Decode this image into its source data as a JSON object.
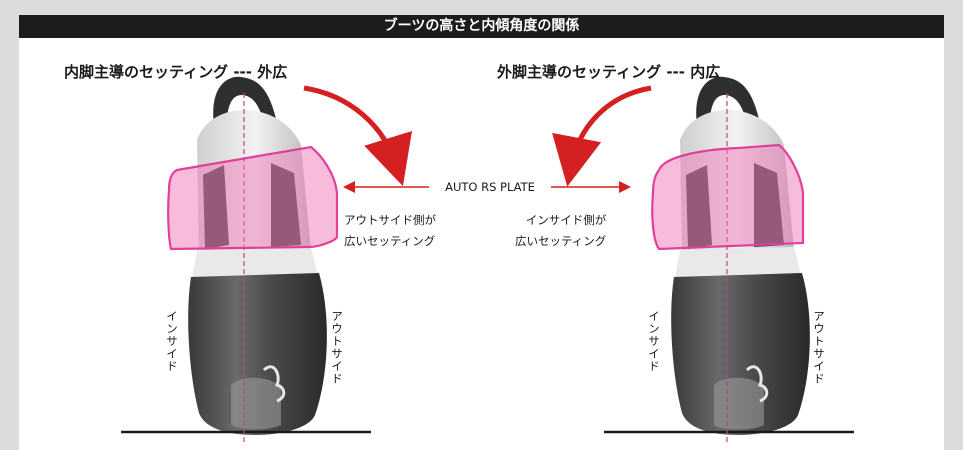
{
  "title": "ブーツの高さと内傾角度の関係",
  "left": {
    "heading": "内脚主導のセッティング --- 外広",
    "note_line1": "アウトサイド側が",
    "note_line2": "広いセッティング",
    "label_inside": "インサイド",
    "label_outside": "アウトサイド"
  },
  "right": {
    "heading": "外脚主導のセッティング --- 内広",
    "note_line1": "インサイド側が",
    "note_line2": "広いセッティング",
    "label_inside": "インサイド",
    "label_outside": "アウトサイド"
  },
  "plate_label": "AUTO RS PLATE",
  "colors": {
    "title_bar": "#1c1c1c",
    "plate_fill": "#f07ab8",
    "plate_stroke": "#e0409a",
    "arrow": "#d42020",
    "centerline": "#d03a8c"
  }
}
